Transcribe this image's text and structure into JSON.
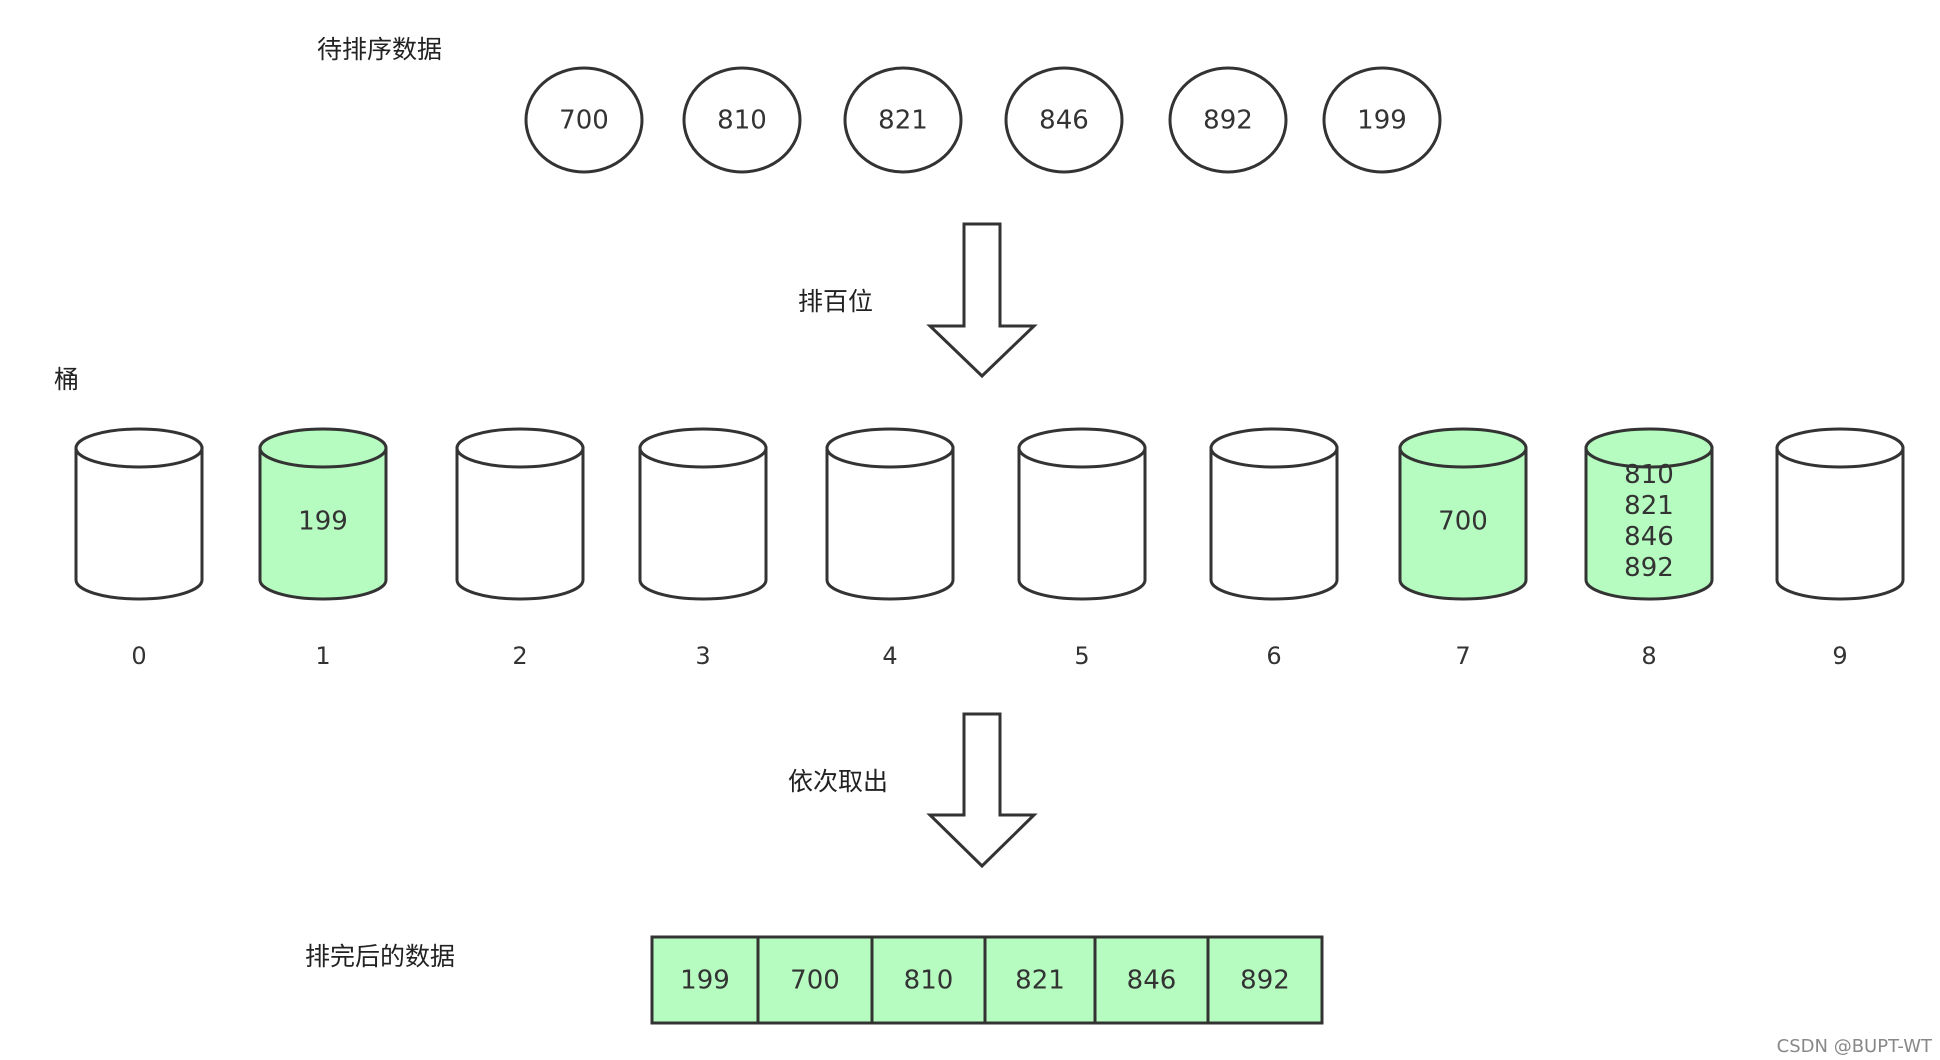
{
  "labels": {
    "input_title": "待排序数据",
    "step_hundreds": "排百位",
    "buckets_title": "桶",
    "step_collect": "依次取出",
    "output_title": "排完后的数据"
  },
  "input": [
    "700",
    "810",
    "821",
    "846",
    "892",
    "199"
  ],
  "buckets": [
    {
      "index": "0",
      "items": []
    },
    {
      "index": "1",
      "items": [
        "199"
      ]
    },
    {
      "index": "2",
      "items": []
    },
    {
      "index": "3",
      "items": []
    },
    {
      "index": "4",
      "items": []
    },
    {
      "index": "5",
      "items": []
    },
    {
      "index": "6",
      "items": []
    },
    {
      "index": "7",
      "items": [
        "700"
      ]
    },
    {
      "index": "8",
      "items": [
        "810",
        "821",
        "846",
        "892"
      ]
    },
    {
      "index": "9",
      "items": []
    }
  ],
  "output": [
    "199",
    "700",
    "810",
    "821",
    "846",
    "892"
  ],
  "watermark": "CSDN @BUPT-WT",
  "colors": {
    "filled": "#b6fbc0",
    "empty": "#ffffff",
    "stroke": "#333333"
  }
}
